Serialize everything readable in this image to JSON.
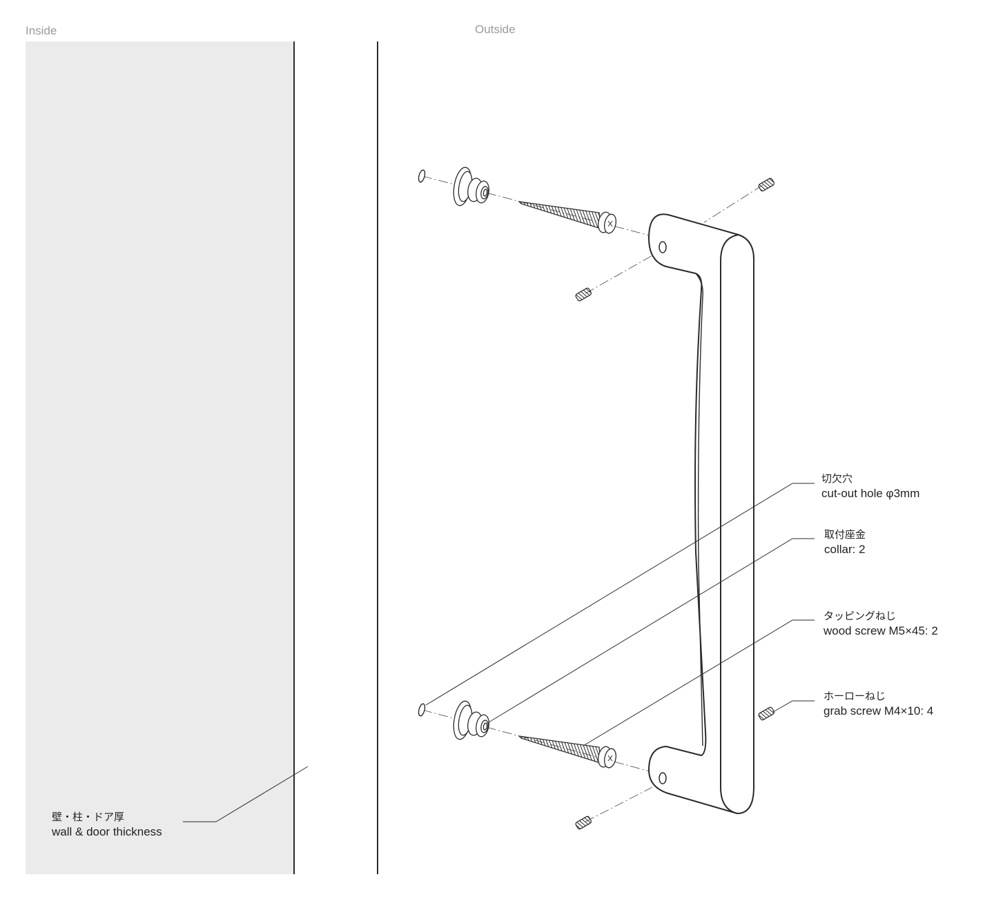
{
  "sides": {
    "inside": "Inside",
    "outside": "Outside"
  },
  "labels": {
    "wall": {
      "jp": "壁・柱・ドア厚",
      "en": "wall & door thickness"
    },
    "cutout": {
      "jp": "切欠穴",
      "en": "cut-out hole φ3mm"
    },
    "collar": {
      "jp": "取付座金",
      "en": "collar: 2"
    },
    "wood_screw": {
      "jp": "タッピングねじ",
      "en": "wood screw M5×45: 2"
    },
    "grab_screw": {
      "jp": "ホーローねじ",
      "en": "grab screw M4×10: 4"
    }
  },
  "colors": {
    "wall_fill": "#ebebeb",
    "line": "#2a2a2a",
    "muted": "#9a9a9a"
  }
}
